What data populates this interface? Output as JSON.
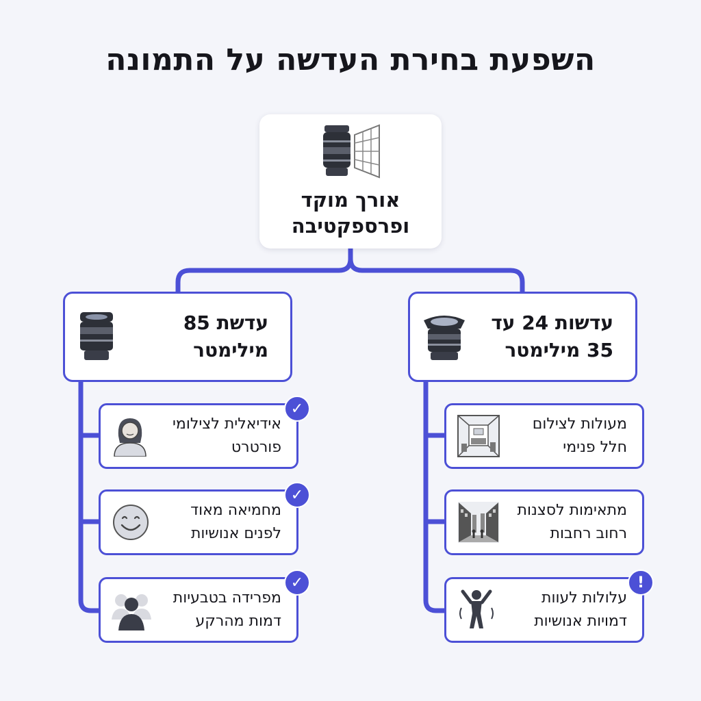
{
  "title": "השפעת בחירת העדשה על התמונה",
  "root": {
    "line1": "אורך מוקד",
    "line2": "ופרספקטיבה",
    "icon": "lens-perspective-icon"
  },
  "branches": {
    "wide": {
      "line1": "עדשות 24 עד",
      "line2": "35 מילימטר",
      "icon": "wide-angle-lens-icon",
      "features": [
        {
          "line1": "מעולות לצילום",
          "line2": "חלל פנימי",
          "icon": "interior-room-icon",
          "status": "check"
        },
        {
          "line1": "מתאימות לסצנות",
          "line2": "רחוב רחבות",
          "icon": "street-scene-icon",
          "status": "check"
        },
        {
          "line1": "עלולות לעוות",
          "line2": "דמויות אנושיות",
          "icon": "distorted-figure-icon",
          "status": "warning"
        }
      ]
    },
    "portrait": {
      "line1": "עדשת 85",
      "line2": "מילימטר",
      "icon": "portrait-lens-icon",
      "features": [
        {
          "line1": "אידיאלית לצילומי",
          "line2": "פורטרט",
          "icon": "portrait-person-icon",
          "status": "check"
        },
        {
          "line1": "מחמיאה מאוד",
          "line2": "לפנים אנושיות",
          "icon": "smiling-face-icon",
          "status": "check"
        },
        {
          "line1": "מפרידה בטבעיות",
          "line2": "דמות מהרקע",
          "icon": "subject-separation-icon",
          "status": "check"
        }
      ]
    }
  },
  "badges": {
    "check": "✓",
    "warning": "!"
  },
  "colors": {
    "accent": "#4c50d6",
    "background": "#f4f5fa",
    "text": "#16161c"
  }
}
